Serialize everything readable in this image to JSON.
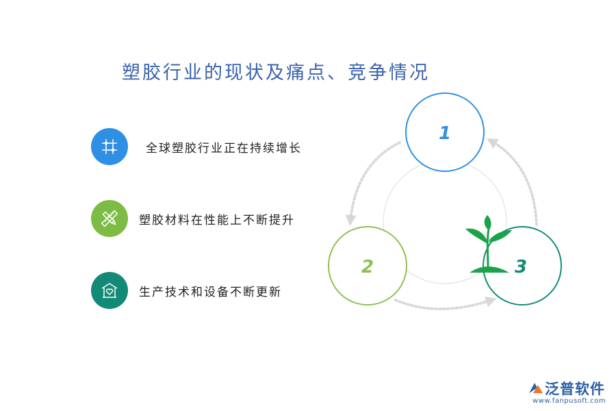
{
  "title": "塑胶行业的现状及痛点、竞争情况",
  "items": [
    {
      "label": "全球塑胶行业正在持续增长",
      "color": "#2e8fe5",
      "icon": "network-icon"
    },
    {
      "label": "塑胶材料在性能上不断提升",
      "color": "#7cbc44",
      "icon": "pencil-ruler-icon"
    },
    {
      "label": "生产技术和设备不断更新",
      "color": "#138a76",
      "icon": "house-heart-icon"
    }
  ],
  "nodes": [
    {
      "number": "1",
      "color": "#2e8fe5"
    },
    {
      "number": "2",
      "color": "#8cc152"
    },
    {
      "number": "3",
      "color": "#138a76"
    }
  ],
  "plant_color": "#1aa34a",
  "logo": {
    "name": "泛普软件",
    "url": "www.fanpusoft.com",
    "icon": "fanpu-logo-icon"
  }
}
